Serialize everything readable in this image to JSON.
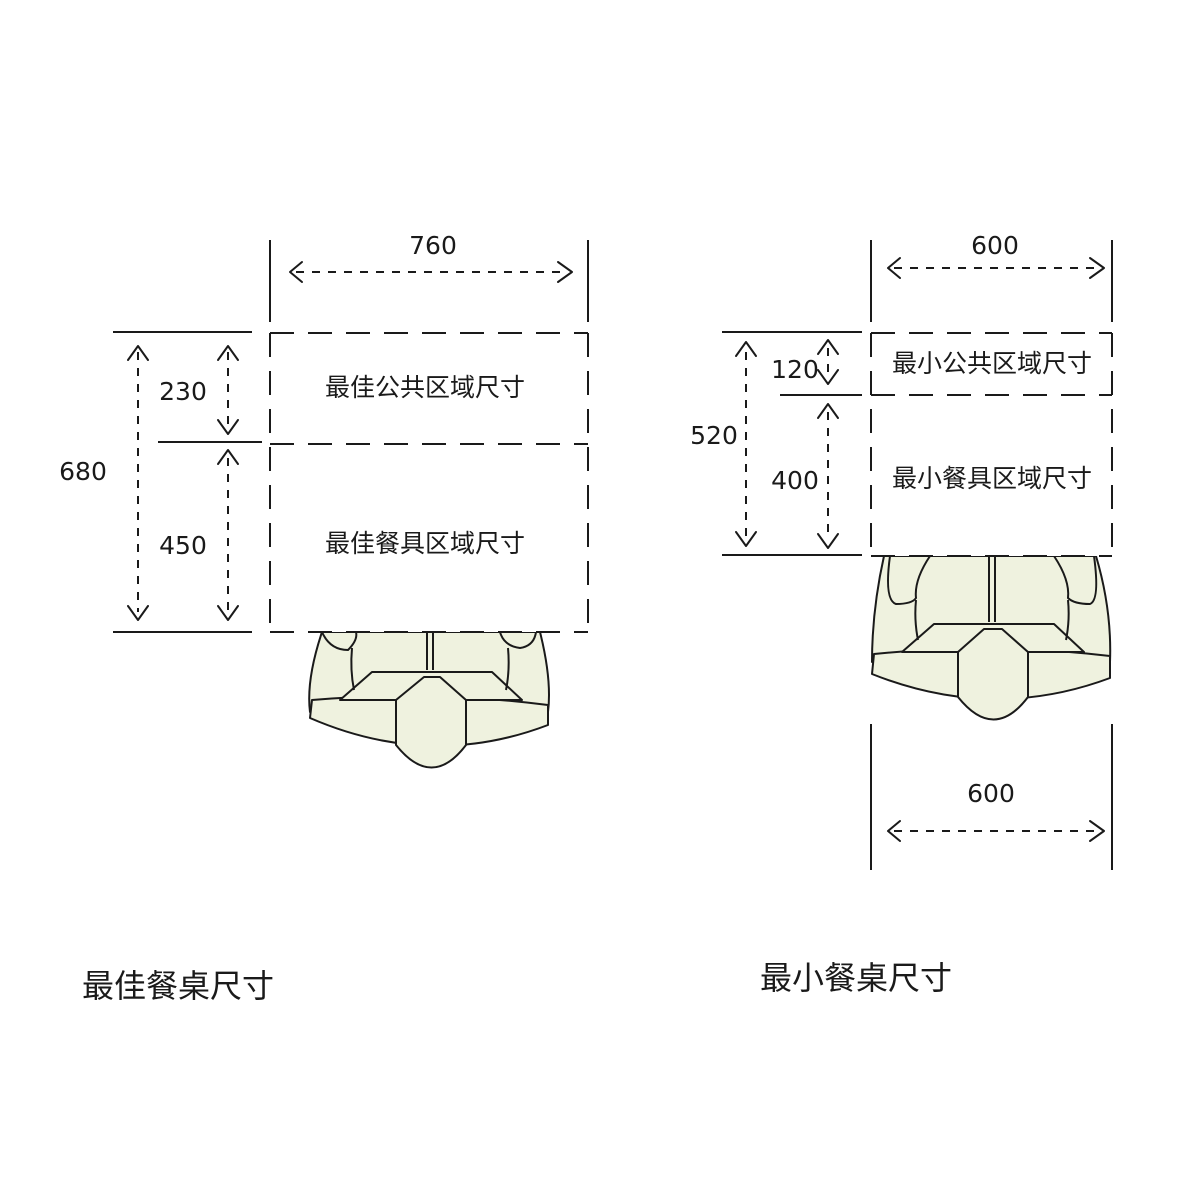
{
  "best": {
    "caption": "最佳餐桌尺寸",
    "width_label": "760",
    "total_label": "680",
    "public_depth_label": "230",
    "tableware_depth_label": "450",
    "public_zone_label": "最佳公共区域尺寸",
    "tableware_zone_label": "最佳餐具区域尺寸"
  },
  "min": {
    "caption": "最小餐桌尺寸",
    "width_label": "600",
    "total_label": "520",
    "public_depth_label": "120",
    "tableware_depth_label": "400",
    "public_zone_label": "最小公共区域尺寸",
    "tableware_zone_label": "最小餐具区域尺寸",
    "seat_width_label": "600"
  },
  "colors": {
    "chair_fill": "#eff2df",
    "line": "#1a1a1a"
  }
}
